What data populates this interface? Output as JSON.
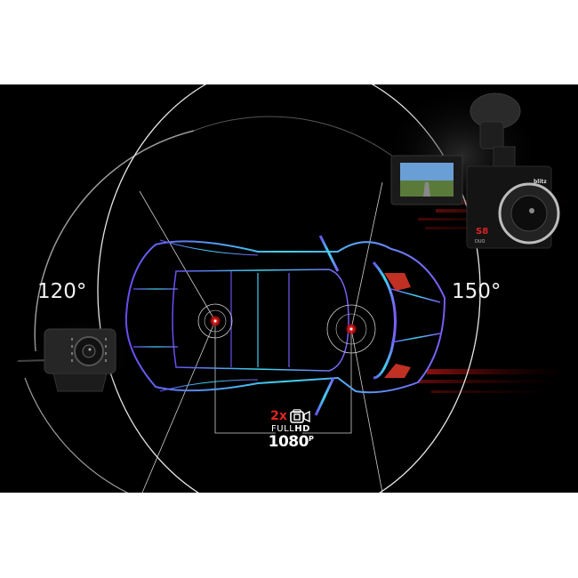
{
  "labels": {
    "rear_camera_angle": "120°",
    "front_camera_angle": "150°"
  },
  "spec_badge": {
    "camera_count": "2x",
    "camera_icon": "video-camera-icon",
    "format_light": "FULL",
    "format_bold": "HD",
    "resolution": "1080",
    "resolution_suffix": "P"
  },
  "product": {
    "brand_mark": "blitz",
    "model_badge": "S8",
    "model_sub": "DUO"
  },
  "colors": {
    "background": "#000000",
    "page": "#ffffff",
    "accent_red": "#e0261f",
    "car_outline_cyan": "#3fd6f0",
    "car_outline_violet": "#6a4cf0",
    "ring_white": "#e6e6e6"
  }
}
